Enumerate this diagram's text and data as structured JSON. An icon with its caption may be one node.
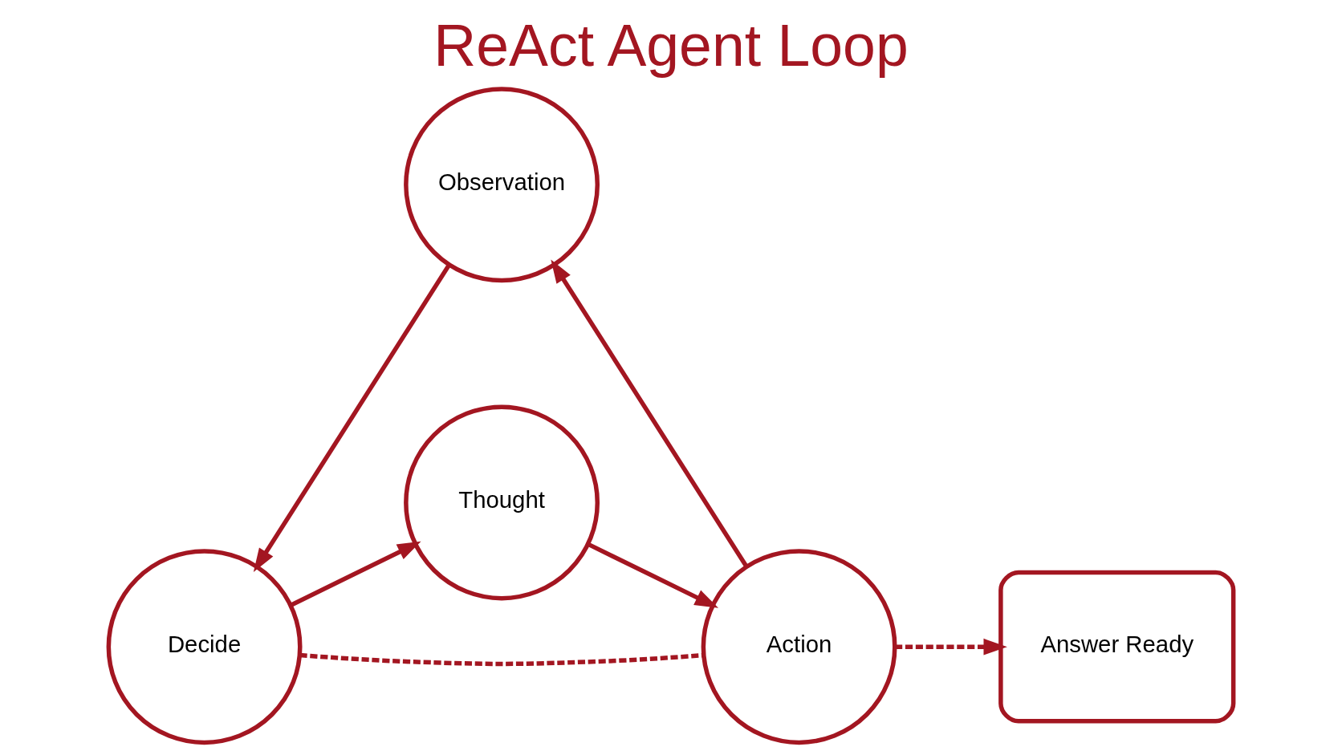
{
  "diagram": {
    "title": "ReAct Agent Loop",
    "nodes": [
      {
        "text": [
          "Thought"
        ]
      },
      {
        "text": [
          "Action"
        ]
      },
      {
        "text": [
          "Observation"
        ]
      },
      {
        "text": [
          "Decide"
        ]
      },
      {
        "text": [
          "Answer Ready"
        ]
      }
    ],
    "edges": [
      {
        "from": 0,
        "to": 1,
        "arrow": "to"
      },
      {
        "from": 1,
        "to": 2,
        "arrow": "to"
      },
      {
        "from": 2,
        "to": 3,
        "arrow": "to"
      },
      {
        "from": 3,
        "to": 0,
        "arrow": "to"
      },
      {
        "from": 3,
        "to": 1,
        "arrow": "none",
        "style": "dashed"
      },
      {
        "from": 1,
        "to": 4,
        "arrow": "to",
        "style": "dashed"
      }
    ]
  }
}
